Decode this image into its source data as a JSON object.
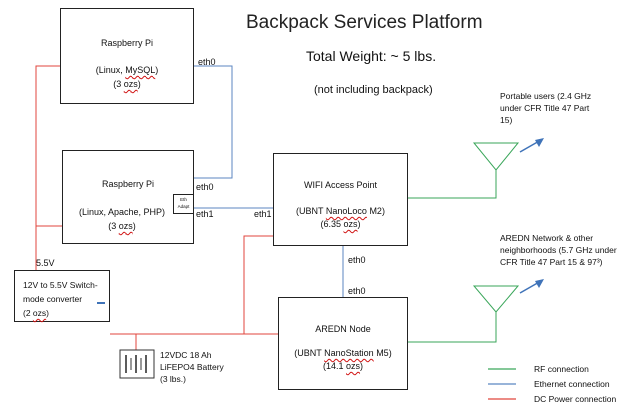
{
  "header": {
    "title": "Backpack Services Platform",
    "weight": "Total Weight: ~ 5 lbs.",
    "note": "(not including backpack)"
  },
  "rpi_top": {
    "name": "Raspberry Pi",
    "os_prefix": "(Linux, ",
    "os_sq": "MySQL",
    "os_suffix": ")",
    "weight_prefix": "(3 ",
    "weight_sq": "ozs",
    "weight_suffix": ")"
  },
  "rpi_mid": {
    "name": "Raspberry Pi",
    "os": "(Linux, Apache, PHP)",
    "weight_prefix": "(3 ",
    "weight_sq": "ozs",
    "weight_suffix": ")",
    "adapter_line1": "Eth",
    "adapter_line2": "Adapt"
  },
  "converter": {
    "line1": "12V to 5.5V Switch-",
    "line2": "mode converter",
    "weight_prefix": "(2 ",
    "weight_sq": "ozs",
    "weight_suffix": ")"
  },
  "battery": {
    "line1": "12VDC 18 Ah",
    "line2": "LiFEPO4 Battery",
    "line3": "(3 lbs.)"
  },
  "wifi": {
    "name": "WIFI Access Point",
    "model_prefix": "(UBNT ",
    "model_sq": "NanoLoco",
    "model_suffix": " M2)",
    "weight_prefix": "(6.35 ",
    "weight_sq": "ozs",
    "weight_suffix": ")"
  },
  "aredn": {
    "name": "AREDN Node",
    "model_prefix": "(UBNT ",
    "model_sq": "NanoStation",
    "model_suffix": " M5)",
    "weight_prefix": "(14.1 ",
    "weight_sq": "ozs",
    "weight_suffix": ")"
  },
  "ports": {
    "rpi_top_eth0": "eth0",
    "rpi_mid_eth0": "eth0",
    "rpi_mid_eth1": "eth1",
    "wifi_eth1": "eth1",
    "wifi_eth0": "eth0",
    "aredn_eth0": "eth0",
    "voltage": "5.5V"
  },
  "antenna_top": {
    "line1": "Portable users (2.4 GHz",
    "line2": "under CFR Title 47 Part",
    "line3": "15)"
  },
  "antenna_bottom": {
    "line1": "AREDN Network & other",
    "line2": "neighborhoods (5.7 GHz under",
    "line3": "CFR Title 47 Part 15 & 97³)"
  },
  "legend": {
    "rf": "RF connection",
    "ethernet": "Ethernet connection",
    "dc": "DC Power connection"
  },
  "colors": {
    "rf": "#3aa65a",
    "ethernet": "#5b86c2",
    "dc": "#e0463c",
    "arrow": "#3f73b8"
  }
}
